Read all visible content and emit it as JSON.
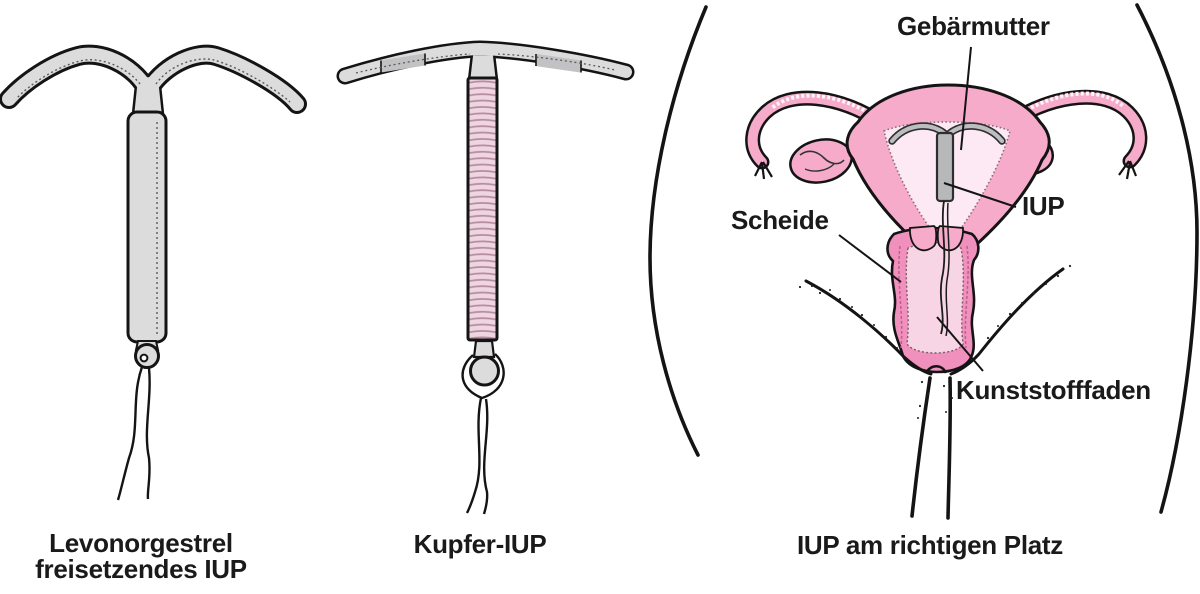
{
  "illustration": {
    "panel_levonorgestrel": {
      "caption_line1": "Levonorgestrel",
      "caption_line2": "freisetzendes IUP"
    },
    "panel_kupfer": {
      "caption": "Kupfer-IUP"
    },
    "panel_in_situ": {
      "caption": "IUP am richtigen Platz",
      "label_uterus": "Gebärmutter",
      "label_vagina": "Scheide",
      "label_iud": "IUP",
      "label_thread": "Kunststofffaden"
    }
  },
  "colors": {
    "outline": "#141414",
    "device_gray": "#dcdcdc",
    "device_sleeve_gray": "#c2c2c4",
    "iud_in_situ_gray": "#b7b8ba",
    "copper_coil": "#eed5e0",
    "copper_coil_line": "#b48ba0",
    "tissue_pink": "#f5abc9",
    "cavity_pink": "#fce9f3",
    "vagina_ruffle": "#f090bd",
    "vagina_inner": "#f8d5e5",
    "background": "#ffffff"
  }
}
